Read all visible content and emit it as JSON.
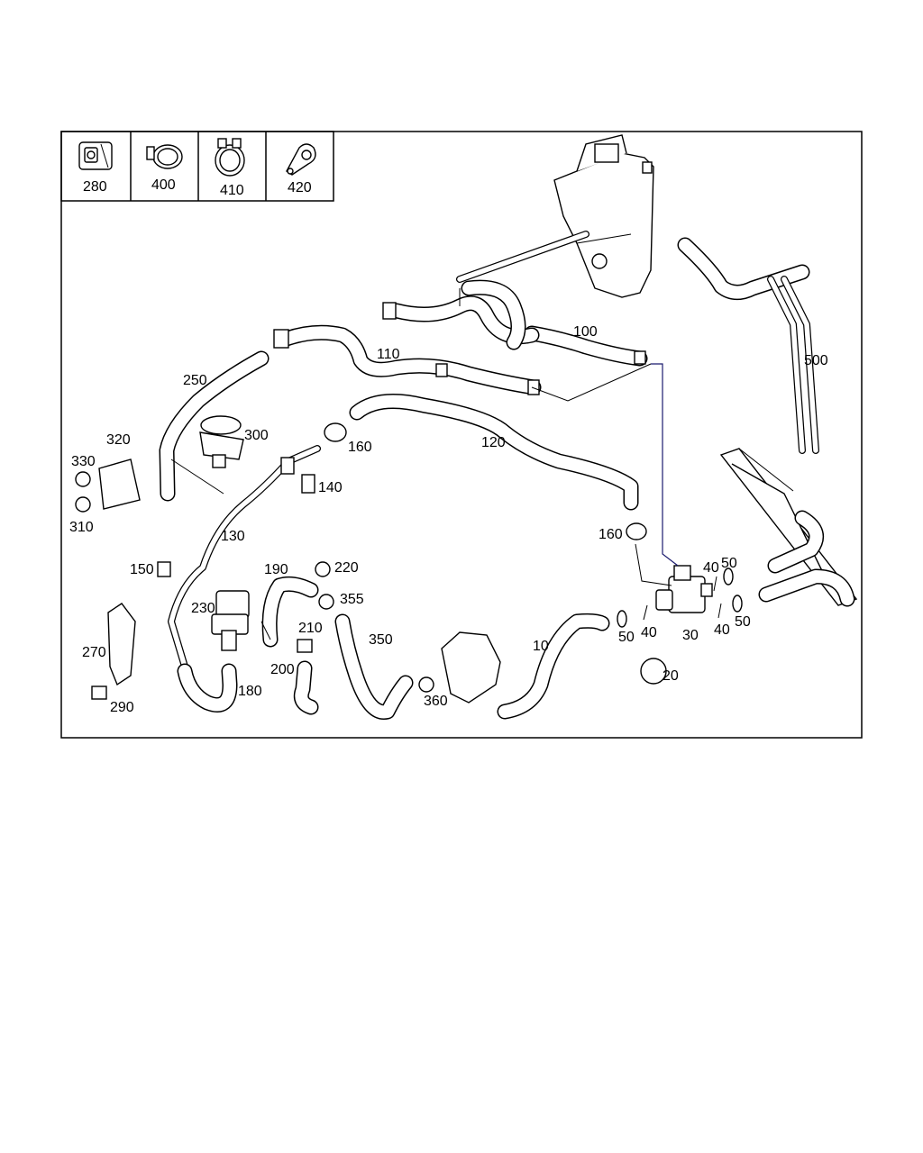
{
  "legend": [
    {
      "id": "280",
      "icon": "clip-block-icon"
    },
    {
      "id": "400",
      "icon": "hose-clamp-icon"
    },
    {
      "id": "410",
      "icon": "spring-clamp-icon"
    },
    {
      "id": "420",
      "icon": "p-clip-icon"
    }
  ],
  "callouts": {
    "c10": "10",
    "c20": "20",
    "c30": "30",
    "c40a": "40",
    "c40b": "40",
    "c40c": "40",
    "c50a": "50",
    "c50b": "50",
    "c50c": "50",
    "c100": "100",
    "c110": "110",
    "c120": "120",
    "c130": "130",
    "c140": "140",
    "c150": "150",
    "c160a": "160",
    "c160b": "160",
    "c180": "180",
    "c190": "190",
    "c200": "200",
    "c210": "210",
    "c220": "220",
    "c230": "230",
    "c250": "250",
    "c270": "270",
    "c290": "290",
    "c300": "300",
    "c310": "310",
    "c320": "320",
    "c330": "330",
    "c350": "350",
    "c355": "355",
    "c360": "360",
    "c500": "500"
  },
  "colors": {
    "line": "#000000",
    "leader": "#1a1a6e",
    "background": "#ffffff"
  }
}
